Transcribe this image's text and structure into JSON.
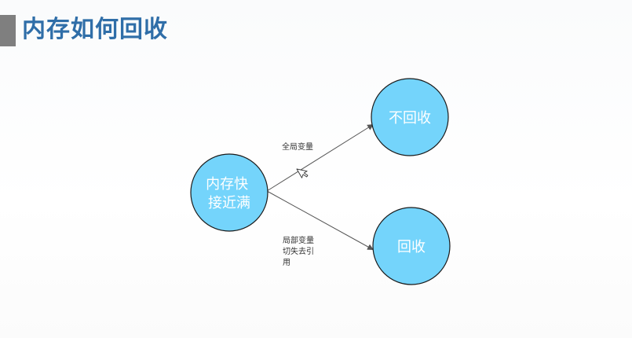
{
  "title": "内存如何回收",
  "colors": {
    "title": "#2f6ea8",
    "title_bar": "#7f7f7f",
    "node_fill": "#74d4fb",
    "node_stroke": "#1a1a1a",
    "edge": "#555555"
  },
  "nodes": {
    "source": {
      "lines": [
        "内存快",
        "接近满"
      ]
    },
    "no_collect": {
      "lines": [
        "不回收"
      ]
    },
    "collect": {
      "lines": [
        "回收"
      ]
    }
  },
  "edges": {
    "global": {
      "lines": [
        "全局变量"
      ]
    },
    "local": {
      "lines": [
        "局部变量",
        "切失去引",
        "用"
      ]
    }
  },
  "cursor_icon": "mouse-pointer-icon"
}
